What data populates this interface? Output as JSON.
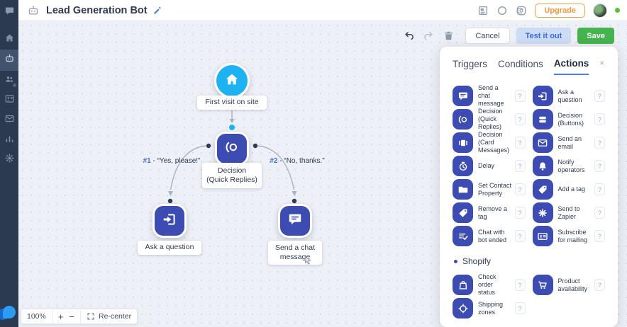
{
  "header": {
    "title": "Lead Generation Bot",
    "upgrade_label": "Upgrade",
    "icons": [
      "news-icon",
      "status-circle-icon",
      "mentions-icon"
    ]
  },
  "sidebar": {
    "items": [
      {
        "icon": "chat-bubble-icon",
        "active": false,
        "badge": false
      },
      {
        "icon": "home-icon",
        "active": false,
        "badge": false
      },
      {
        "icon": "bot-icon",
        "active": true,
        "badge": false
      },
      {
        "icon": "team-icon",
        "active": false,
        "badge": true
      },
      {
        "icon": "contacts-icon",
        "active": false,
        "badge": false
      },
      {
        "icon": "mail-icon",
        "active": false,
        "badge": false
      },
      {
        "icon": "stats-icon",
        "active": false,
        "badge": false
      },
      {
        "icon": "settings-icon",
        "active": false,
        "badge": false
      }
    ],
    "logo": "helpcrunch-logo"
  },
  "toolbar": {
    "cancel_label": "Cancel",
    "test_label": "Test it out",
    "save_label": "Save"
  },
  "canvas": {
    "nodes": {
      "trigger_label": "First visit on site",
      "decision_label": [
        "Decision",
        "(Quick Replies)"
      ],
      "ask_label": "Ask a question",
      "send_label": [
        "Send a chat",
        "message"
      ]
    },
    "branches": {
      "b1_num": "#1",
      "b1_text": " - “Yes, please!”",
      "b2_num": "#2",
      "b2_text": " - “No, thanks.”"
    },
    "zoom": {
      "level": "100%",
      "plus": "+",
      "minus": "−",
      "recenter_label": "Re-center"
    }
  },
  "panel": {
    "tabs": [
      {
        "label": "Triggers",
        "active": false
      },
      {
        "label": "Conditions",
        "active": false
      },
      {
        "label": "Actions",
        "active": true
      }
    ],
    "help_badge": "?",
    "groups": [
      {
        "title": null,
        "items": [
          {
            "label": "Send a chat message",
            "icon": "chat-icon"
          },
          {
            "label": "Ask a question",
            "icon": "ask-icon"
          },
          {
            "label": "Decision (Quick Replies)",
            "icon": "quick-replies-icon"
          },
          {
            "label": "Decision (Buttons)",
            "icon": "buttons-icon"
          },
          {
            "label": "Decision (Card Messages)",
            "icon": "cards-icon"
          },
          {
            "label": "Send an email",
            "icon": "email-icon"
          },
          {
            "label": "Delay",
            "icon": "delay-icon"
          },
          {
            "label": "Notify operators",
            "icon": "bell-icon"
          },
          {
            "label": "Set Contact Property",
            "icon": "folder-icon"
          },
          {
            "label": "Add a tag",
            "icon": "tag-icon"
          },
          {
            "label": "Remove a tag",
            "icon": "tag-icon"
          },
          {
            "label": "Send to Zapier",
            "icon": "zapier-icon"
          },
          {
            "label": "Chat with bot ended",
            "icon": "chat-ended-icon"
          },
          {
            "label": "Subscribe for mailing",
            "icon": "subscribe-icon"
          }
        ]
      },
      {
        "title": "Shopify",
        "items": [
          {
            "label": "Check order status",
            "icon": "bag-icon"
          },
          {
            "label": "Product availability",
            "icon": "cart-icon"
          },
          {
            "label": "Shipping zones",
            "icon": "zones-icon"
          }
        ]
      }
    ]
  },
  "colors": {
    "accent_blue": "#4a7de0",
    "node_indigo": "#3c4cb3",
    "trigger_blue": "#1db3f2",
    "save_green": "#45b34e",
    "test_blue_bg": "#ccdcf5",
    "upgrade_orange": "#f0a03c",
    "sidebar_navy": "#2b3a50",
    "canvas_bg": "#edf0f6",
    "connector_gray": "#a8b1c2",
    "presence_green": "#5cc230"
  }
}
